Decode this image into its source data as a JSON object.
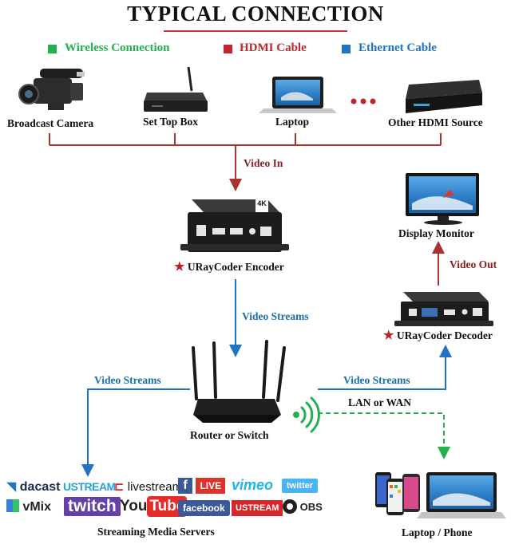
{
  "title": "TYPICAL CONNECTION",
  "legend": [
    {
      "label": "Wireless Connection",
      "color": "#22b14c"
    },
    {
      "label": "HDMI Cable",
      "color": "#c0282d"
    },
    {
      "label": "Ethernet Cable",
      "color": "#1f75c4"
    }
  ],
  "sources": {
    "camera": "Broadcast Camera",
    "settop": "Set Top Box",
    "laptop": "Laptop",
    "other": "Other HDMI Source",
    "ellipsis": "• • •"
  },
  "flows": {
    "video_in": "Video  In",
    "video_out": "Video Out",
    "video_streams_down": "Video Streams",
    "video_streams_left": "Video Streams",
    "video_streams_right": "Video Streams",
    "lan_wan": "LAN or WAN"
  },
  "devices": {
    "encoder": "URayCoder Encoder",
    "decoder": "URayCoder Decoder",
    "monitor": "Display Monitor",
    "router": "Router or Switch",
    "phone": "Laptop / Phone",
    "servers": "Streaming Media Servers",
    "encoder_badge": "4K",
    "star": "★"
  },
  "platforms": {
    "dacast": "dacast",
    "ustream": "USTREAM",
    "livestream": "livestream",
    "fb_live": "LIVE",
    "vimeo": "vimeo",
    "twitter": "twitter",
    "vmix": "vMix",
    "twitch": "twitch",
    "youtube_you": "You",
    "youtube_tube": "Tube",
    "facebook": "facebook",
    "ustream_tv": "USTREAM",
    "obs": "OBS"
  }
}
